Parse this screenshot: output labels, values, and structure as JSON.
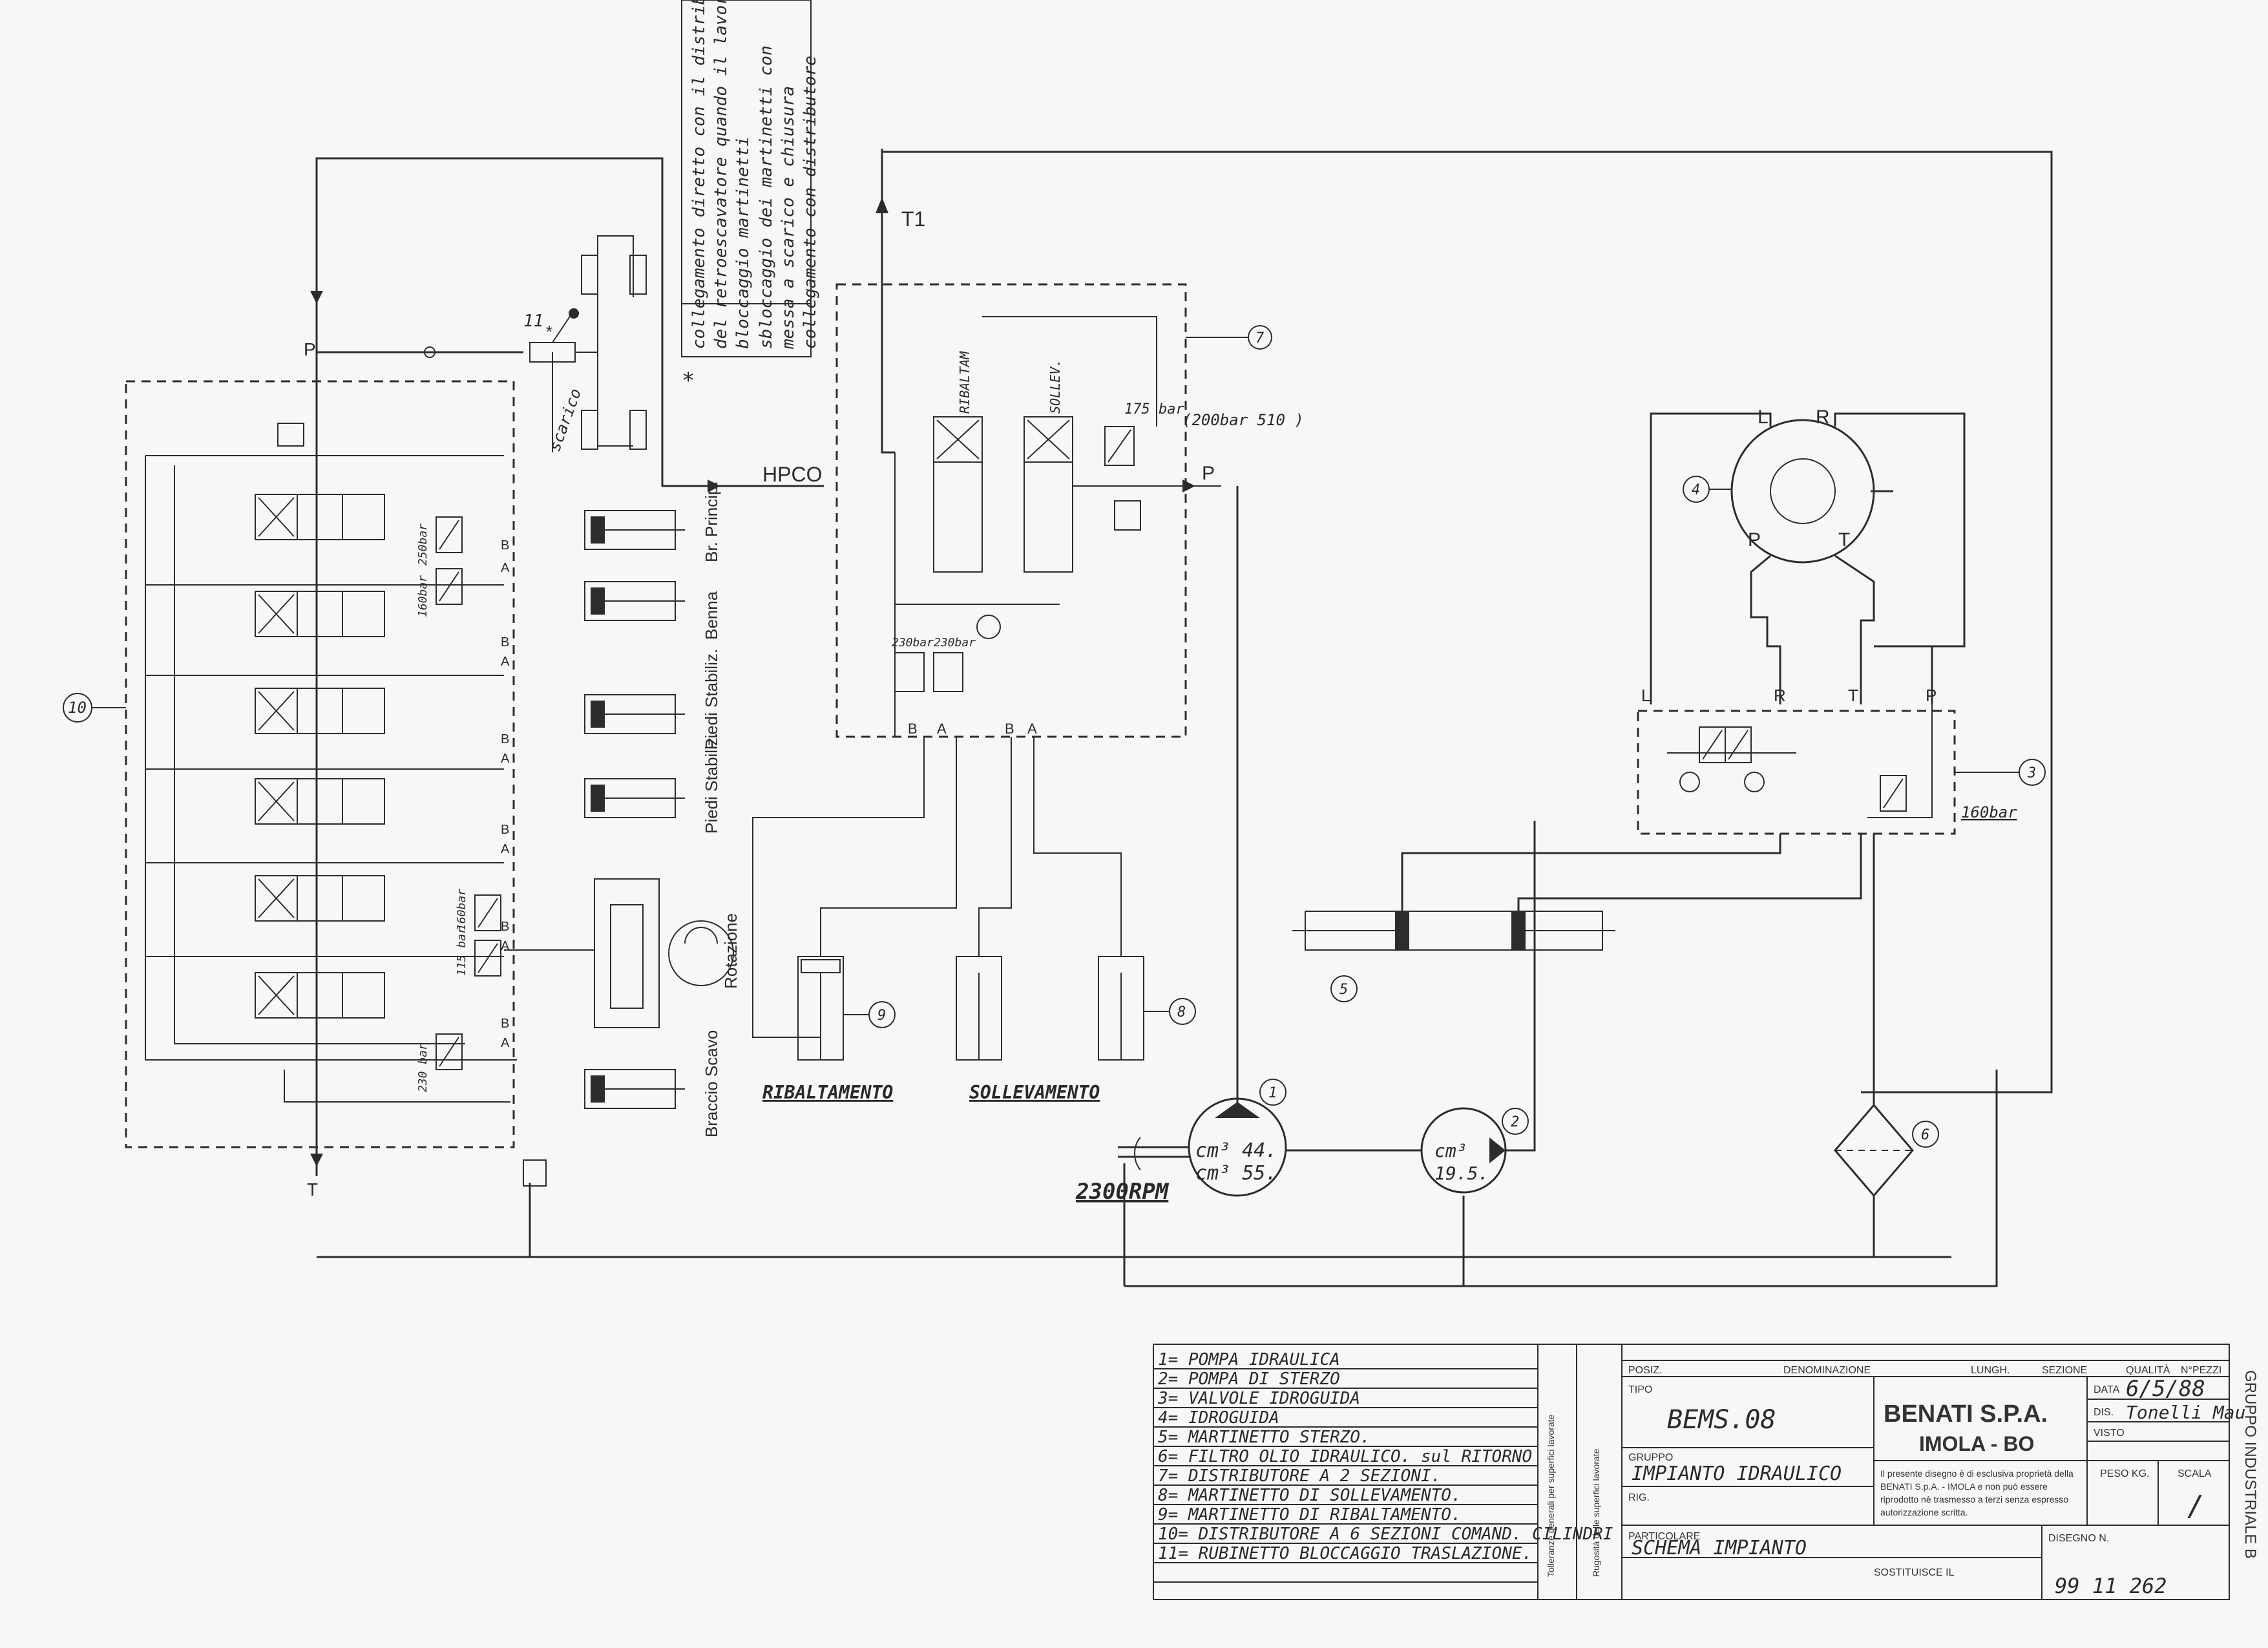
{
  "notes": {
    "star": "*",
    "note1": "collegamento diretto con il distrib.",
    "note1b": "del retroescavatore quando il lavoro",
    "note1c": "bloccaggio martinetti",
    "note2": "sbloccaggio dei martinetti con",
    "note2b": "messa a scarico e chiusura",
    "note2c": "collegamento con distributore"
  },
  "labels": {
    "T1": "T1",
    "HPCO": "HPCO",
    "P": "P",
    "T": "T",
    "p_top": "P",
    "scarico": "scarico",
    "ribaltam": "RIBALTAM",
    "sollev": "SOLLEV.",
    "relief_175": "175 bar",
    "relief_175_note": "(200bar 510 )",
    "p230a": "230bar",
    "p230b": "230bar",
    "B": "B",
    "A": "A",
    "L": "L",
    "R": "R",
    "P_idro": "P",
    "T_idro": "T",
    "valve_L": "L",
    "valve_R": "R",
    "valve_T": "T",
    "valve_P": "P",
    "bar160": "160bar",
    "br_princ": "Br. Princip.",
    "benna": "Benna",
    "piedi1": "Piedi Stabiliz.",
    "piedi2": "Piedi Stabiliz.",
    "rotazione": "Rotazione",
    "braccio_scavo": "Braccio Scavo",
    "p160a": "160bar",
    "p115": "115 bar",
    "p230c": "230 bar",
    "p250": "250bar",
    "ribaltamento": "RIBALTAMENTO",
    "sollevamento": "SOLLEVAMENTO",
    "pump1_a": "cm³ 44.",
    "pump1_b": "cm³ 55.",
    "pump2_a": "cm³",
    "pump2_b": "19.5.",
    "rpm": "2300RPM"
  },
  "callouts": [
    "1",
    "2",
    "3",
    "4",
    "5",
    "6",
    "7",
    "8",
    "9",
    "10",
    "11"
  ],
  "legend": [
    "1= POMPA IDRAULICA",
    "2= POMPA DI STERZO",
    "3= VALVOLE IDROGUIDA",
    "4= IDROGUIDA",
    "5= MARTINETTO STERZO.",
    "6= FILTRO OLIO IDRAULICO. sul RITORNO",
    "7= DISTRIBUTORE A 2 SEZIONI.",
    "8= MARTINETTO DI SOLLEVAMENTO.",
    "9= MARTINETTO DI RIBALTAMENTO.",
    "10= DISTRIBUTORE A 6 SEZIONI COMAND. CILINDRI",
    "11= RUBINETTO BLOCCAGGIO TRASLAZIONE."
  ],
  "title_block": {
    "posiz": "POSIZ.",
    "denominazione": "DENOMINAZIONE",
    "lungh": "LUNGH.",
    "sezione": "SEZIONE",
    "qualita": "QUALITÀ",
    "npezzi": "N°PEZZI",
    "tipo_label": "TIPO",
    "tipo_value": "BEMS.08",
    "company": "BENATI S.P.A.",
    "city": "IMOLA - BO",
    "data_label": "DATA",
    "data_value": "6/5/88",
    "dis_label": "DIS.",
    "dis_value": "Tonelli Mau",
    "visto_label": "VISTO",
    "gruppo_label": "GRUPPO",
    "gruppo_value": "IMPIANTO IDRAULICO",
    "rig_label": "RIG.",
    "notice1": "Il presente disegno è di esclusiva proprietà della",
    "notice2": "BENATI S.p.A. - IMOLA e non può essere",
    "notice3": "riprodotto nè trasmesso a terzi senza espresso",
    "notice4": "autorizzazione scritta.",
    "peso": "PESO KG.",
    "scala": "SCALA",
    "scala_value": "/",
    "particolare_label": "PARTICOLARE",
    "particolare_value": "SCHEMA IMPIANTO",
    "sostituisce": "SOSTITUISCE IL",
    "disegno_n": "DISEGNO N.",
    "disegno_value": "99 11 262",
    "side_text": "GRUPPO INDUSTRIALE B",
    "tolleranze": "Tolleranze generali per superfici lavorate",
    "rugosita": "Rugosità delle superfici lavorate"
  }
}
